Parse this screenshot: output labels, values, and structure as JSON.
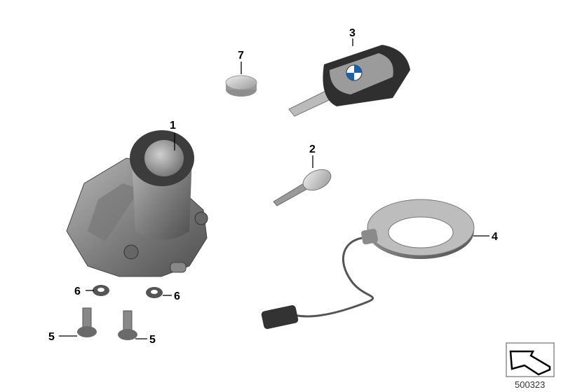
{
  "callouts": {
    "ignition_lock": "1",
    "key_blank": "2",
    "radio_key": "3",
    "ring_antenna": "4",
    "screw_left": "5",
    "screw_right": "5",
    "washer_left": "6",
    "washer_right": "6",
    "battery": "7"
  },
  "diagram_ref": "500323",
  "colors": {
    "part_light": "#c9c9c9",
    "part_mid": "#8a8a8a",
    "part_dark": "#555555",
    "label": "#000000"
  }
}
